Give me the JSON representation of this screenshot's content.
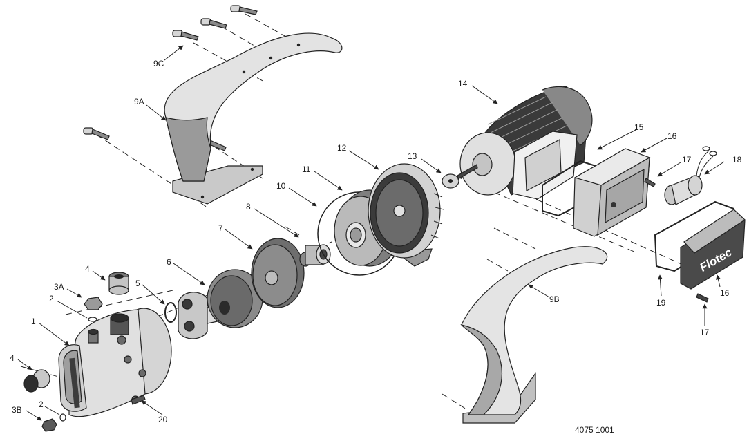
{
  "drawing_number": "4075 1001",
  "brand_logo_text": "Flotec",
  "colors": {
    "outline": "#222222",
    "light_part": "#e6e6e6",
    "mid_part": "#bdbdbd",
    "dark_part": "#6e6e6e",
    "shadow_part": "#3c3c3c"
  },
  "callouts": [
    {
      "id": "c-9C",
      "label": "9C"
    },
    {
      "id": "c-9A",
      "label": "9A"
    },
    {
      "id": "c-12",
      "label": "12"
    },
    {
      "id": "c-11",
      "label": "11"
    },
    {
      "id": "c-10",
      "label": "10"
    },
    {
      "id": "c-8",
      "label": "8"
    },
    {
      "id": "c-7",
      "label": "7"
    },
    {
      "id": "c-6",
      "label": "6"
    },
    {
      "id": "c-5",
      "label": "5"
    },
    {
      "id": "c-4a",
      "label": "4"
    },
    {
      "id": "c-3A",
      "label": "3A"
    },
    {
      "id": "c-2a",
      "label": "2"
    },
    {
      "id": "c-1",
      "label": "1"
    },
    {
      "id": "c-4b",
      "label": "4"
    },
    {
      "id": "c-2b",
      "label": "2"
    },
    {
      "id": "c-3B",
      "label": "3B"
    },
    {
      "id": "c-20",
      "label": "20"
    },
    {
      "id": "c-13",
      "label": "13"
    },
    {
      "id": "c-14",
      "label": "14"
    },
    {
      "id": "c-15",
      "label": "15"
    },
    {
      "id": "c-16a",
      "label": "16"
    },
    {
      "id": "c-17a",
      "label": "17"
    },
    {
      "id": "c-18",
      "label": "18"
    },
    {
      "id": "c-9B",
      "label": "9B"
    },
    {
      "id": "c-19",
      "label": "19"
    },
    {
      "id": "c-16b",
      "label": "16"
    },
    {
      "id": "c-17b",
      "label": "17"
    }
  ]
}
